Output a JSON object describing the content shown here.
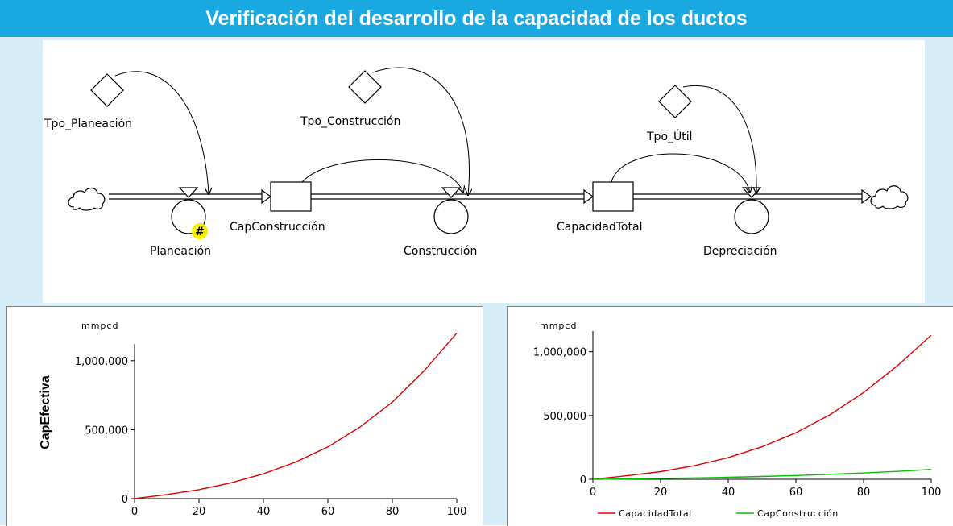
{
  "title": "Verificación del desarrollo de la capacidad de los ductos",
  "diagram": {
    "stocks": [
      {
        "id": "capconstruccion",
        "label": "CapConstrucción"
      },
      {
        "id": "capacidadtotal",
        "label": "CapacidadTotal"
      }
    ],
    "flows": [
      {
        "id": "planeacion",
        "label": "Planeación"
      },
      {
        "id": "construccion",
        "label": "Construcción"
      },
      {
        "id": "depreciacion",
        "label": "Depreciación"
      }
    ],
    "constants": [
      {
        "id": "tpo-planeacion",
        "label": "Tpo_Planeación"
      },
      {
        "id": "tpo-construccion",
        "label": "Tpo_Construcción"
      },
      {
        "id": "tpo-util",
        "label": "Tpo_Útil"
      }
    ],
    "marker": "#"
  },
  "chart_data": [
    {
      "type": "line",
      "title": "",
      "ylabel": "CapEfectiva",
      "units": "mmpcd",
      "xlim": [
        0,
        100
      ],
      "ylim": [
        0,
        1250000
      ],
      "xticks": [
        "0",
        "20",
        "40",
        "60",
        "80",
        "100"
      ],
      "yticks": [
        "0",
        "500,000",
        "1,000,000"
      ],
      "series": [
        {
          "color": "#e00000",
          "x": [
            0,
            10,
            20,
            30,
            40,
            50,
            60,
            70,
            80,
            90,
            100
          ],
          "y": [
            0,
            30000,
            65000,
            115000,
            180000,
            265000,
            375000,
            520000,
            700000,
            930000,
            1200000
          ]
        }
      ]
    },
    {
      "type": "line",
      "title": "",
      "ylabel": "",
      "units": "mmpcd",
      "xlim": [
        0,
        100
      ],
      "ylim": [
        0,
        1200000
      ],
      "xticks": [
        "0",
        "20",
        "40",
        "60",
        "80",
        "100"
      ],
      "yticks": [
        "0",
        "500,000",
        "1,000,000"
      ],
      "series": [
        {
          "name": "CapacidadTotal",
          "color": "#e00000",
          "x": [
            0,
            10,
            20,
            30,
            40,
            50,
            60,
            70,
            80,
            90,
            100
          ],
          "y": [
            0,
            28000,
            60000,
            107000,
            170000,
            255000,
            365000,
            505000,
            680000,
            890000,
            1130000
          ]
        },
        {
          "name": "CapConstrucción",
          "color": "#00c000",
          "x": [
            0,
            10,
            20,
            30,
            40,
            50,
            60,
            70,
            80,
            90,
            100
          ],
          "y": [
            0,
            3000,
            7000,
            11000,
            16000,
            22000,
            30000,
            39000,
            50000,
            62000,
            78000
          ]
        }
      ]
    }
  ]
}
